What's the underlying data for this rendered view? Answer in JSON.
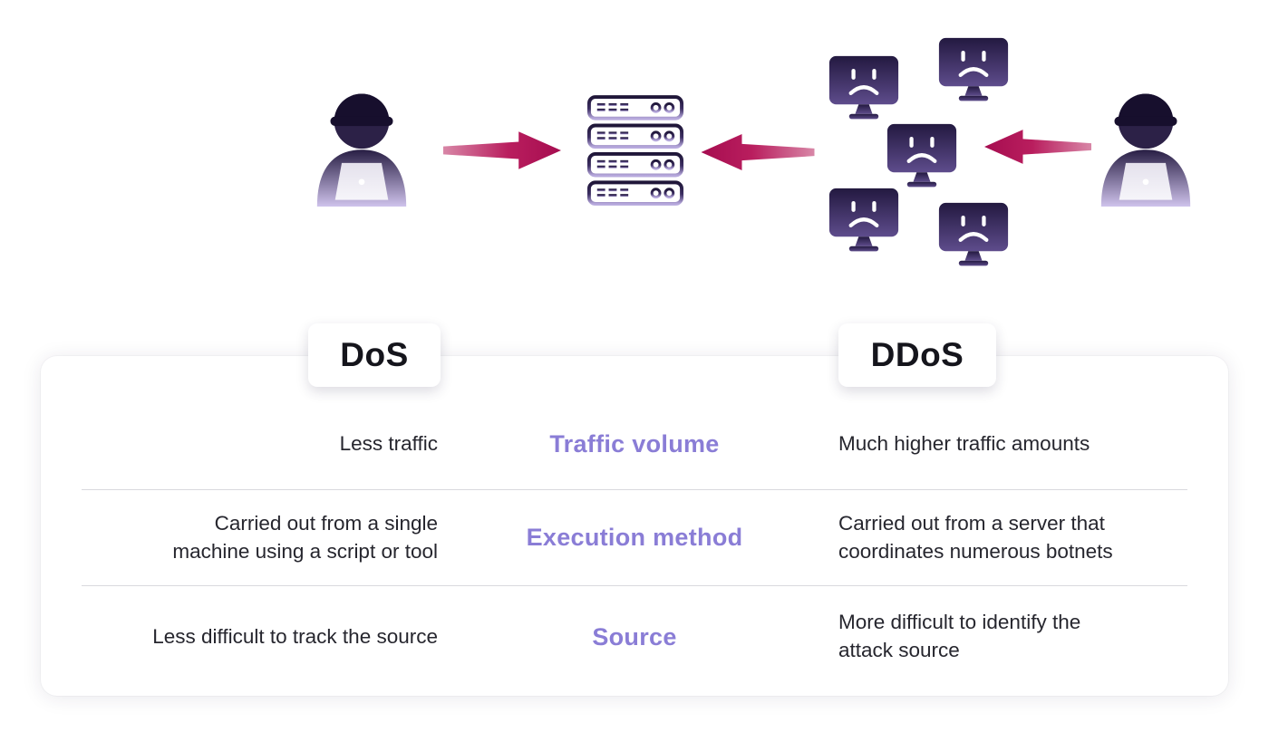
{
  "diagram": {
    "left_attacker_icon": "hacker-icon",
    "right_attacker_icon": "hacker-icon",
    "target_icon": "server-icon",
    "botnet_icon": "monitor-sad-icon",
    "botnet_monitor_count": 5,
    "arrows": [
      {
        "name": "dos-attack-arrow",
        "direction": "right"
      },
      {
        "name": "botnet-to-server-arrow",
        "direction": "left"
      },
      {
        "name": "ddos-attacker-to-botnet-arrow",
        "direction": "left"
      }
    ]
  },
  "table": {
    "headers": {
      "dos": "DoS",
      "ddos": "DDoS"
    },
    "rows": [
      {
        "dos": "Less traffic",
        "label": "Traffic volume",
        "ddos": "Much higher traffic amounts"
      },
      {
        "dos": "Carried out from a single\nmachine using a script or tool",
        "label": "Execution method",
        "ddos": "Carried out from a server that\ncoordinates numerous botnets"
      },
      {
        "dos": "Less difficult to track the source",
        "label": "Source",
        "ddos": "More difficult to identify the\nattack source"
      }
    ]
  },
  "colors": {
    "arrow_head": "#a60d50",
    "arrow_tail": "#d887a7",
    "accent_purple": "#8a7dd6",
    "icon_dark": "#241a3d",
    "icon_light": "#c3b4e6",
    "text": "#26262e"
  }
}
